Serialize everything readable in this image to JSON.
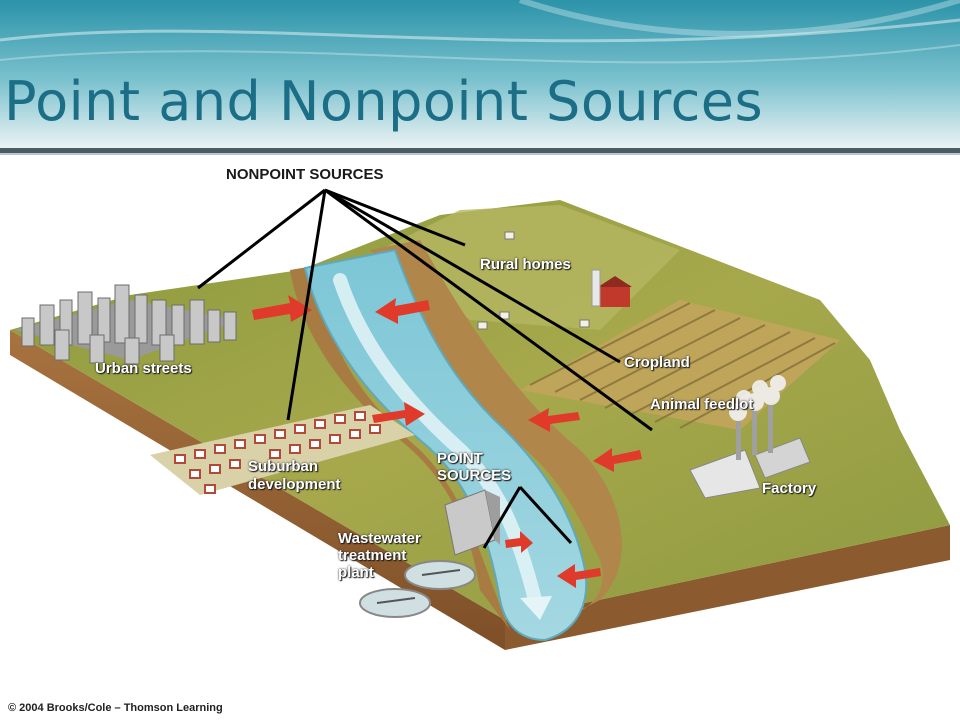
{
  "slide": {
    "title": "Point and Nonpoint Sources",
    "colors": {
      "title": "#1b6e86",
      "header_top": "#3aa0b4",
      "header_bottom": "#e6eef0"
    }
  },
  "diagram": {
    "labels": {
      "nonpoint_sources": "NONPOINT SOURCES",
      "rural_homes": "Rural homes",
      "urban_streets": "Urban streets",
      "cropland": "Cropland",
      "animal_feedlot": "Animal feedlot",
      "suburban_development_1": "Suburban",
      "suburban_development_2": "development",
      "point_sources_1": "POINT",
      "point_sources_2": "SOURCES",
      "factory": "Factory",
      "wastewater_1": "Wastewater",
      "wastewater_2": "treatment",
      "wastewater_3": "plant"
    },
    "copyright": "© 2004 Brooks/Cole – Thomson Learning"
  }
}
